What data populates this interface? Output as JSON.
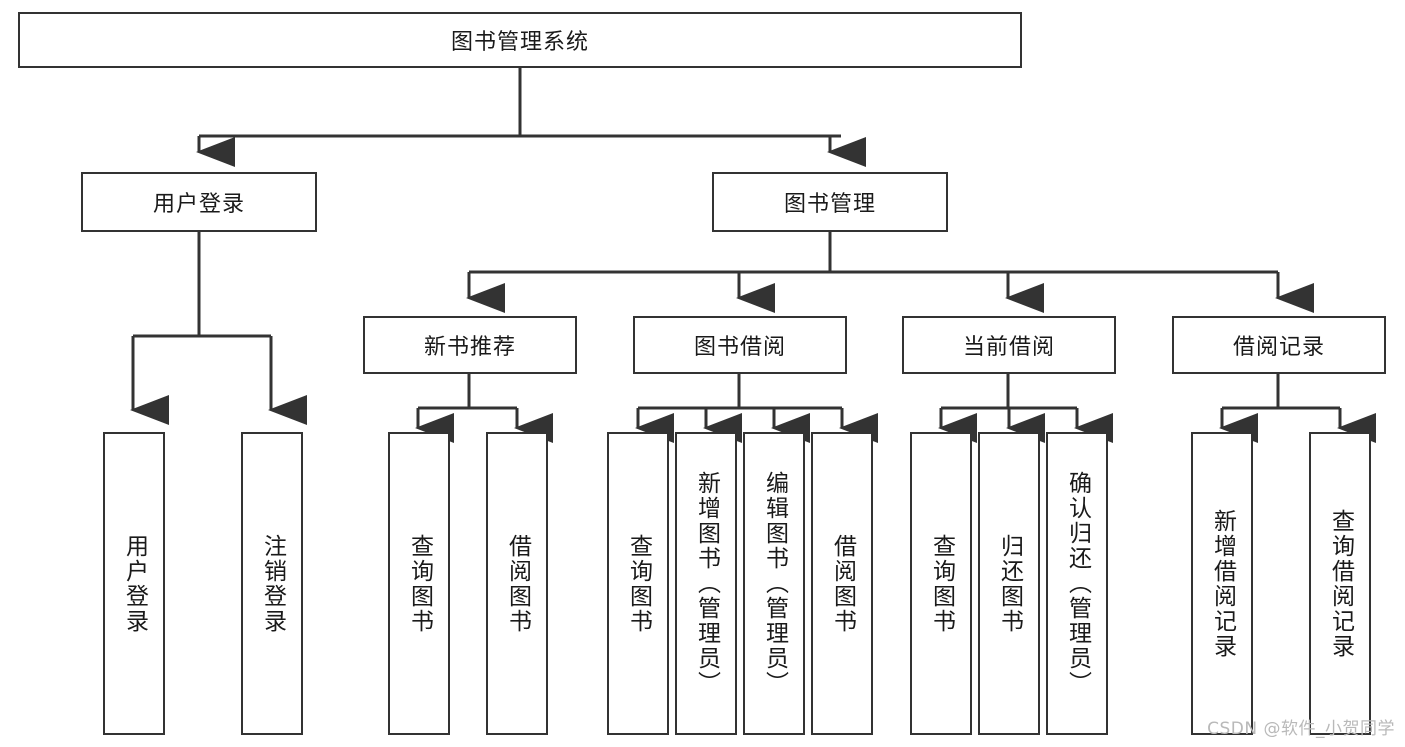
{
  "diagram": {
    "title_node": {
      "id": "root",
      "label": "图书管理系统"
    },
    "level2": [
      {
        "id": "user-login",
        "label": "用户登录"
      },
      {
        "id": "book-manage",
        "label": "图书管理"
      }
    ],
    "level3": [
      {
        "id": "new-book-rec",
        "label": "新书推荐"
      },
      {
        "id": "book-borrow",
        "label": "图书借阅"
      },
      {
        "id": "current-borrow",
        "label": "当前借阅"
      },
      {
        "id": "borrow-record",
        "label": "借阅记录"
      }
    ],
    "leaves": {
      "user_login": [
        {
          "id": "leaf-user-login",
          "label": "用户登录"
        },
        {
          "id": "leaf-logout",
          "label": "注销登录"
        }
      ],
      "new_book_rec": [
        {
          "id": "leaf-query-book-1",
          "label": "查询图书"
        },
        {
          "id": "leaf-borrow-book-1",
          "label": "借阅图书"
        }
      ],
      "book_borrow": [
        {
          "id": "leaf-query-book-2",
          "label": "查询图书"
        },
        {
          "id": "leaf-add-book",
          "label": "新增图书（管理员）"
        },
        {
          "id": "leaf-edit-book",
          "label": "编辑图书（管理员）"
        },
        {
          "id": "leaf-borrow-book-2",
          "label": "借阅图书"
        }
      ],
      "current_borrow": [
        {
          "id": "leaf-query-book-3",
          "label": "查询图书"
        },
        {
          "id": "leaf-return-book",
          "label": "归还图书"
        },
        {
          "id": "leaf-confirm-return",
          "label": "确认归还（管理员）"
        }
      ],
      "borrow_record": [
        {
          "id": "leaf-add-record",
          "label": "新增借阅记录"
        },
        {
          "id": "leaf-query-record",
          "label": "查询借阅记录"
        }
      ]
    }
  },
  "watermark": {
    "text": "CSDN @软件_小贺同学"
  },
  "colors": {
    "stroke": "#333333",
    "background": "#ffffff",
    "text": "#1a1a1a",
    "watermark": "#b9b9b9"
  }
}
